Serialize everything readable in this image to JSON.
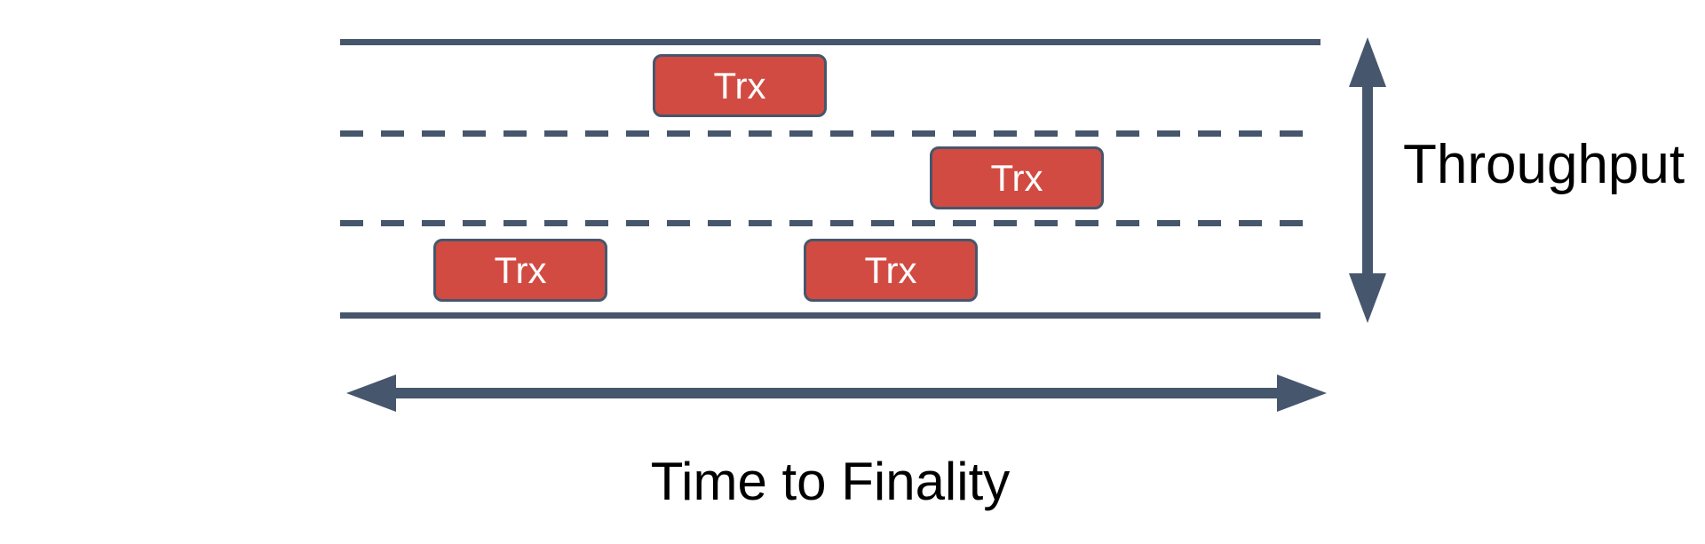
{
  "diagram": {
    "lanes": {
      "count": 3,
      "top_border": "solid",
      "separators": "dashed",
      "bottom_border": "solid"
    },
    "boxes": [
      {
        "label": "Trx",
        "lane": "top"
      },
      {
        "label": "Trx",
        "lane": "middle"
      },
      {
        "label": "Trx",
        "lane": "bottom"
      },
      {
        "label": "Trx",
        "lane": "bottom"
      }
    ],
    "axes": {
      "vertical": {
        "label": "Throughput",
        "arrow": "double-headed"
      },
      "horizontal": {
        "label": "Time to Finality",
        "arrow": "double-headed"
      }
    }
  },
  "colors": {
    "line": "#46566C",
    "box_fill": "#D14B42",
    "box_border": "#46566C",
    "box_text": "#FFFFFF",
    "text": "#000000",
    "background": "#FFFFFF"
  }
}
